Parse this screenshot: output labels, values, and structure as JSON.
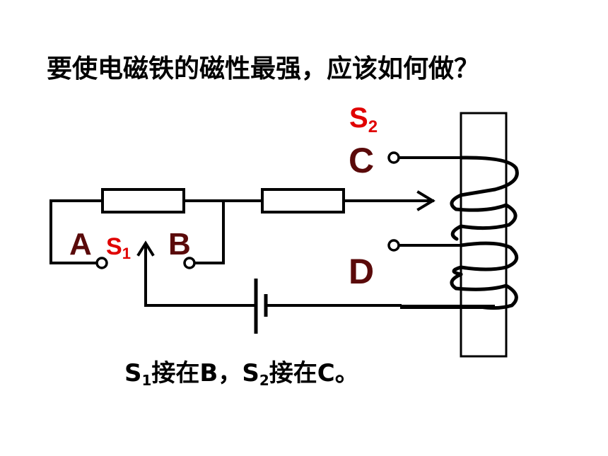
{
  "question": "要使电磁铁的磁性最强，应该如何做？",
  "answer": {
    "s1_letter": "S",
    "s1_sub": "1",
    "part1": "接在B，",
    "s2_letter": "S",
    "s2_sub": "2",
    "part2": "接在C。"
  },
  "labels": {
    "A": "A",
    "B": "B",
    "C": "C",
    "D": "D",
    "S1_letter": "S",
    "S1_sub": "1",
    "S2_letter": "S",
    "S2_sub": "2"
  },
  "colors": {
    "switch_label": "#e00000",
    "terminal_label": "#5a0a0a",
    "wire": "#000000"
  }
}
